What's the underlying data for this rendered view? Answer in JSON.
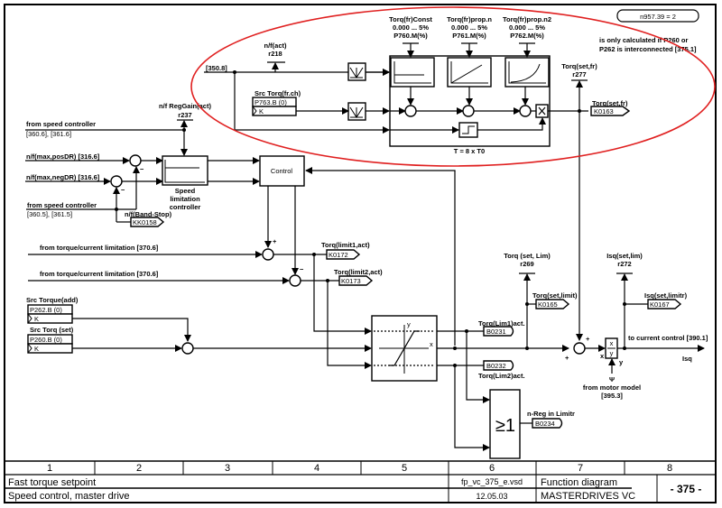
{
  "badge": "n957.39 = 2",
  "note": [
    "is only calculated if P260 or",
    "P262 is interconnected [375.1]"
  ],
  "colors": {
    "annotation": "#e02020",
    "line": "#000000"
  },
  "top_section": {
    "input_ref": "[350.8]",
    "nf_act": {
      "name": "n/f(act)",
      "param": "r218"
    },
    "src_torq_fr": {
      "label": "Src Torq(fr.ch)",
      "param": "P763.B (0)",
      "type": "K"
    },
    "curves": [
      {
        "name": "Torq(fr)Const",
        "range": "0.000 ... 5%",
        "param": "P760.M(%)"
      },
      {
        "name": "Torq(fr)prop.n",
        "range": "0.000 ... 5%",
        "param": "P761.M(%)"
      },
      {
        "name": "Torq(fr)prop.n2",
        "range": "0.000 ... 5%",
        "param": "P762.M(%)"
      }
    ],
    "sample_time": "T = 8 x T0",
    "torq_set_fr_param": {
      "name": "Torq(set,fr)",
      "param": "r277"
    },
    "torq_set_fr_conn": {
      "name": "Torq(set,fr)",
      "connector": "K0163"
    }
  },
  "speed_section": {
    "regain": {
      "name": "n/f RegGain(act)",
      "param": "r237"
    },
    "from_speed_1": [
      "from speed controller",
      "[360.6], [361.6]"
    ],
    "max_pos": "n/f(max,posDR) [316.6]",
    "max_neg": "n/f(max,negDR) [316.6]",
    "from_speed_2": [
      "from speed controller",
      "[360.5], [361.5]"
    ],
    "band_stop": {
      "name": "n/f(Band-Stop)",
      "connector": "KK0158"
    },
    "speed_limit_label": [
      "Speed",
      "limitation",
      "controller"
    ],
    "control_label": "Control"
  },
  "limit_section": {
    "from_torque_1": "from torque/current limitation [370.6]",
    "from_torque_2": "from torque/current limitation [370.6]",
    "limit1": {
      "name": "Torq(limit1,act)",
      "connector": "K0172"
    },
    "limit2": {
      "name": "Torq(limit2,act)",
      "connector": "K0173"
    },
    "src_add": {
      "label": "Src Torque(add)",
      "param": "P262.B (0)",
      "type": "K"
    },
    "src_set": {
      "label": "Src Torq (set)",
      "param": "P260.B (0)",
      "type": "K"
    },
    "lim1_act": {
      "name": "Torq(Lim1)act.",
      "connector": "B0231"
    },
    "lim2_act": {
      "name": "Torq(Lim2)act.",
      "connector": "B0232"
    },
    "or_label": "≥1",
    "nreg": {
      "name": "n-Reg in Limitr",
      "connector": "B0234"
    },
    "torq_set_lim": {
      "name": "Torq (set, Lim)",
      "param": "r269"
    },
    "torq_set_limit": {
      "name": "Torq(set,limit)",
      "connector": "K0165"
    },
    "isq_set_lim": {
      "name": "Isq(set,lim)",
      "param": "r272"
    },
    "isq_set_limitr": {
      "name": "Isq(set,limitr)",
      "connector": "K0167"
    },
    "to_current": "to current control [390.1]",
    "isq": "Isq",
    "psi": "Ψ",
    "motor_model": [
      "from motor model",
      "[395.3]"
    ],
    "div_x": "x",
    "div_y": "y",
    "axis_x": "x",
    "axis_y": "y",
    "plus": "+",
    "minus": "−"
  },
  "footer": {
    "columns": [
      "1",
      "2",
      "3",
      "4",
      "5",
      "6",
      "7",
      "8"
    ],
    "title": "Fast torque setpoint",
    "subtitle": "Speed control, master drive",
    "file": "fp_vc_375_e.vsd",
    "date": "12.05.03",
    "doc_type": "Function diagram",
    "product": "MASTERDRIVES VC",
    "page": "- 375 -"
  }
}
